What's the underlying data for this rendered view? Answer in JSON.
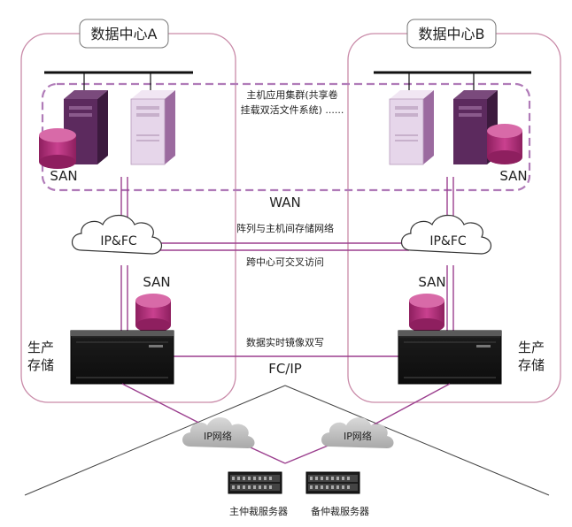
{
  "datacenters": {
    "a": {
      "title": "数据中心A"
    },
    "b": {
      "title": "数据中心B"
    }
  },
  "cluster_note": {
    "line1": "主机应用集群(共享卷",
    "line2": "挂载双活文件系统) ......"
  },
  "labels": {
    "wan": "WAN",
    "array_host_network": "阵列与主机间存储网络",
    "cross_center_access": "跨中心可交叉访问",
    "realtime_mirror": "数据实时镜像双写",
    "fc_ip": "FC/IP",
    "san": "SAN",
    "ip_fc": "IP&FC",
    "ip_network": "IP网络",
    "prod_storage_l1": "生产",
    "prod_storage_l2": "存储",
    "primary_arbiter": "主仲裁服务器",
    "backup_arbiter": "备仲裁服务器"
  },
  "colors": {
    "dc_border": "#c98aa8",
    "cluster_dash": "#b07bb8",
    "link": "#9b3f8e",
    "server_dark": "#5c2a5e",
    "server_light": "#e6d6ea",
    "disk": "#b5317f",
    "cloud_gray": "#c8c8c8"
  },
  "icons": [
    "server-icon",
    "disk-cylinder-icon",
    "cloud-icon",
    "storage-array-icon",
    "rack-server-icon"
  ]
}
